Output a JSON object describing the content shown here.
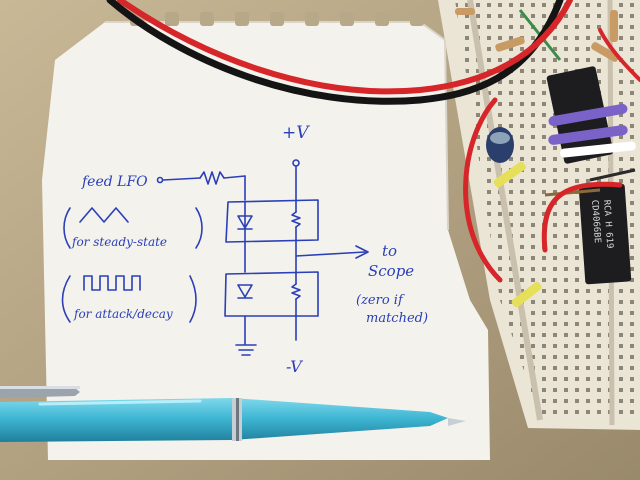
{
  "sketch": {
    "plus_v": "+V",
    "minus_v": "-V",
    "feed_lfo": "feed LFO",
    "steady_state": "for steady-state",
    "attack_decay": "for attack/decay",
    "to": "to",
    "scope": "Scope",
    "zero_if": "(zero if",
    "matched": "matched)"
  },
  "chip": {
    "line1": "CD4066BE",
    "line2": "RCA H 619"
  },
  "colors": {
    "ink": "#2a3fb8",
    "paper": "#f4f2ec",
    "breadboard": "#e9e3d3",
    "pen": "#3fb7d4",
    "wire_red": "#d6262a"
  }
}
